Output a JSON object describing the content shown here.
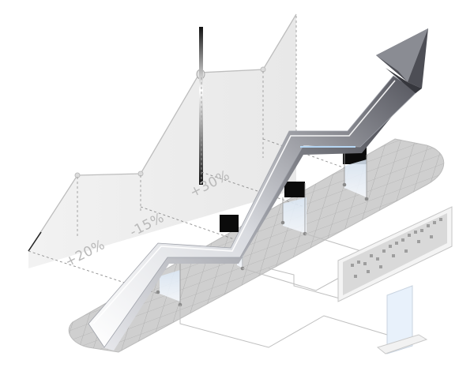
{
  "labels": {
    "change_1": "+20%",
    "change_2": "-15%",
    "change_3": "+30%"
  },
  "colors": {
    "background": "#ffffff",
    "platform": "#cfcfcf",
    "grid": "#a9a9a9",
    "wall": "#eeeeee",
    "label": "#b9b9b9",
    "arrow_light": "#f4f4f6",
    "arrow_dark": "#5b5b63"
  },
  "icons": [
    "rising-arrow-icon",
    "billboard-panel-icon"
  ]
}
